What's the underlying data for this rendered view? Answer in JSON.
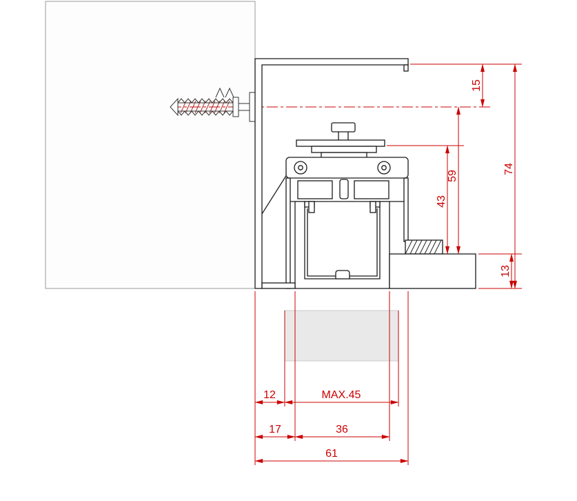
{
  "colors": {
    "dimension_red": "#cc0000",
    "outline_black": "#1a1a1a",
    "panel_gray": "#e9e9e9",
    "thread_hatch_red": "#b03030",
    "wall_border_gray": "#9a9a9a",
    "background": "#ffffff"
  },
  "dims": {
    "d15": "15",
    "d74": "74",
    "d59": "59",
    "d43": "43",
    "d13": "13",
    "d12": "12",
    "dmax45": "MAX.45",
    "d17": "17",
    "d36": "36",
    "d61": "61"
  }
}
